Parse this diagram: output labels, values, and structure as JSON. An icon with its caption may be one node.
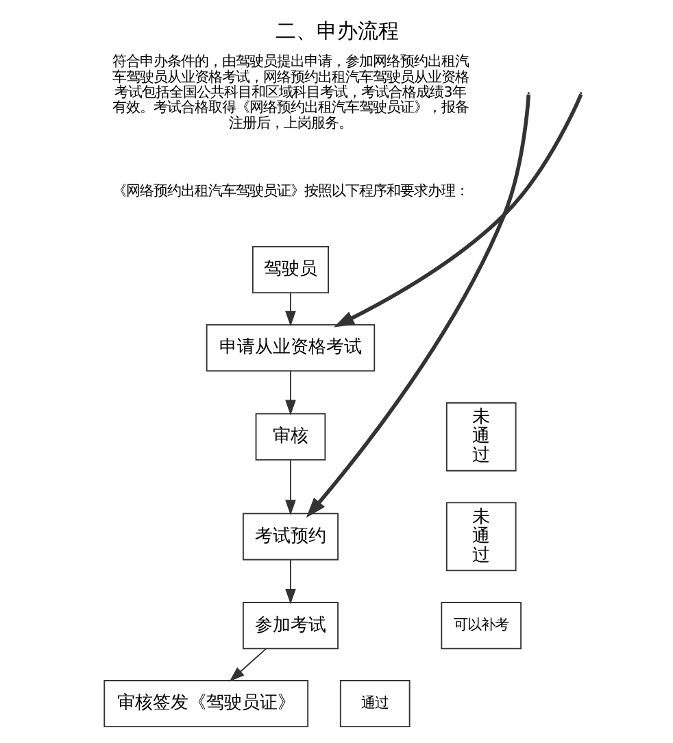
{
  "diagram": {
    "title": "二、申办流程",
    "nodes": [
      {
        "text": [
          "驾驶员"
        ]
      },
      {
        "text": [
          "申请从业资格考试"
        ]
      },
      {
        "text": [
          "审核"
        ]
      },
      {
        "text": [
          "考试预约"
        ]
      },
      {
        "text": [
          "参加考试"
        ]
      },
      {
        "text": [
          "审核签发《驾驶员证》"
        ]
      },
      {
        "text": [
          "未通过"
        ]
      },
      {
        "text": [
          "未通过"
        ]
      },
      {
        "text": [
          "可以补考"
        ]
      },
      {
        "text": [
          "通过"
        ]
      }
    ],
    "edges": [
      {
        "from": 0,
        "to": 1,
        "arrow": "to"
      },
      {
        "from": 1,
        "to": 2,
        "arrow": "to"
      },
      {
        "from": 2,
        "to": 3,
        "arrow": "to"
      },
      {
        "from": 3,
        "to": 4,
        "arrow": "to"
      },
      {
        "from": 4,
        "to": 5,
        "arrow": "to"
      },
      {
        "from": null,
        "to": 1,
        "arrow": "to",
        "style": "thick"
      },
      {
        "from": null,
        "to": 3,
        "arrow": "to",
        "style": "thick"
      }
    ],
    "labels": [
      "符合申办条件的，由驾驶员提出申请，参加网络预约出租汽车驾驶员从业资格考试，网络预约出租汽车驾驶员从业资格考试包括全国公共科目和区域科目考试，考试合格成绩3年有效。考试合格取得《网络预约出租汽车驾驶员证》，报备注册后，上岗服务。",
      "《网络预约出租汽车驾驶员证》按照以下程序和要求办理："
    ]
  }
}
